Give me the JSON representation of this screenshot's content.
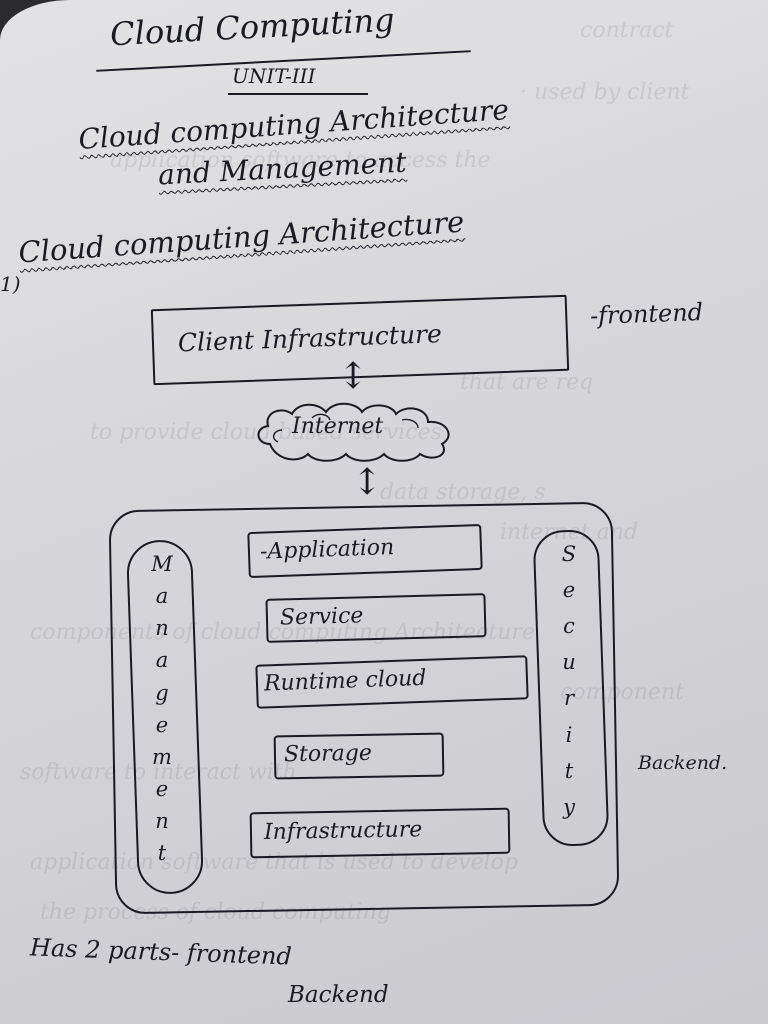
{
  "header": {
    "title": "Cloud Computing",
    "unit": "UNIT-III",
    "topic_line1": "Cloud computing Architecture",
    "topic_line2": "and Management"
  },
  "section": {
    "number": "1)",
    "heading": "Cloud computing Architecture"
  },
  "diagram": {
    "client": "Client Infrastructure",
    "client_tag": "-frontend",
    "internet": "Internet",
    "backend_tag": "Backend.",
    "layers": [
      "-Application",
      "Service",
      "Runtime cloud",
      "Storage",
      "Infrastructure"
    ],
    "management_letters": [
      "M",
      "a",
      "n",
      "a",
      "g",
      "e",
      "m",
      "e",
      "n",
      "t"
    ],
    "security_letters": [
      "S",
      "e",
      "c",
      "u",
      "r",
      "i",
      "t",
      "y"
    ],
    "arrow_glyph": "↕",
    "colors": {
      "ink": "#1a1a22",
      "paper": "#d9d9dd",
      "table": "#2b2b2e"
    }
  },
  "footer": {
    "line1": "Has 2 parts- frontend",
    "line2": "Backend"
  }
}
